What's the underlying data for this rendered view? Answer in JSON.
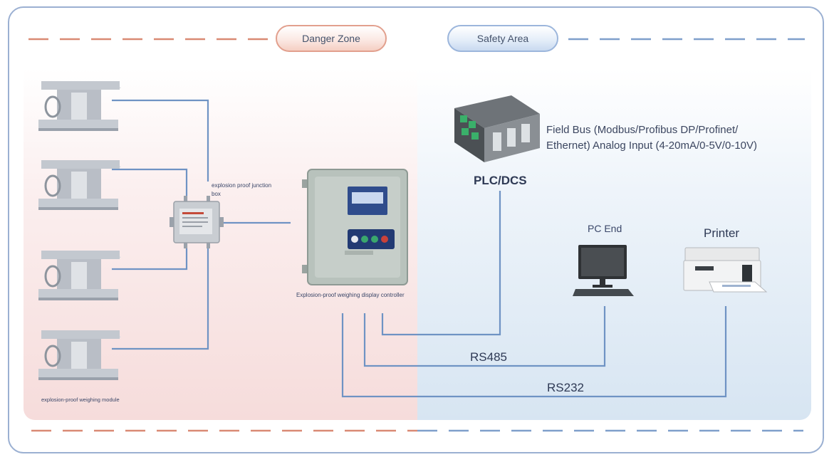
{
  "zones": {
    "danger_label": "Danger Zone",
    "safety_label": "Safety Area"
  },
  "devices": {
    "weighing_module_label": "explosion-proof weighing module",
    "junction_box_label_line1": "explosion proof junction",
    "junction_box_label_line2": "box",
    "controller_label": "Explosion-proof weighing display controller",
    "plc_label": "PLC/DCS",
    "plc_desc_line1": "Field Bus (Modbus/Profibus DP/Profinet/",
    "plc_desc_line2": "Ethernet) Analog Input (4-20mA/0-5V/0-10V)",
    "pc_label": "PC End",
    "printer_label": "Printer"
  },
  "links": {
    "rs485": "RS485",
    "rs232": "RS232"
  },
  "colors": {
    "wire": "#6f93c4",
    "danger_dash": "#d98a74",
    "safety_dash": "#7f9fcb",
    "text": "#3a4668"
  }
}
